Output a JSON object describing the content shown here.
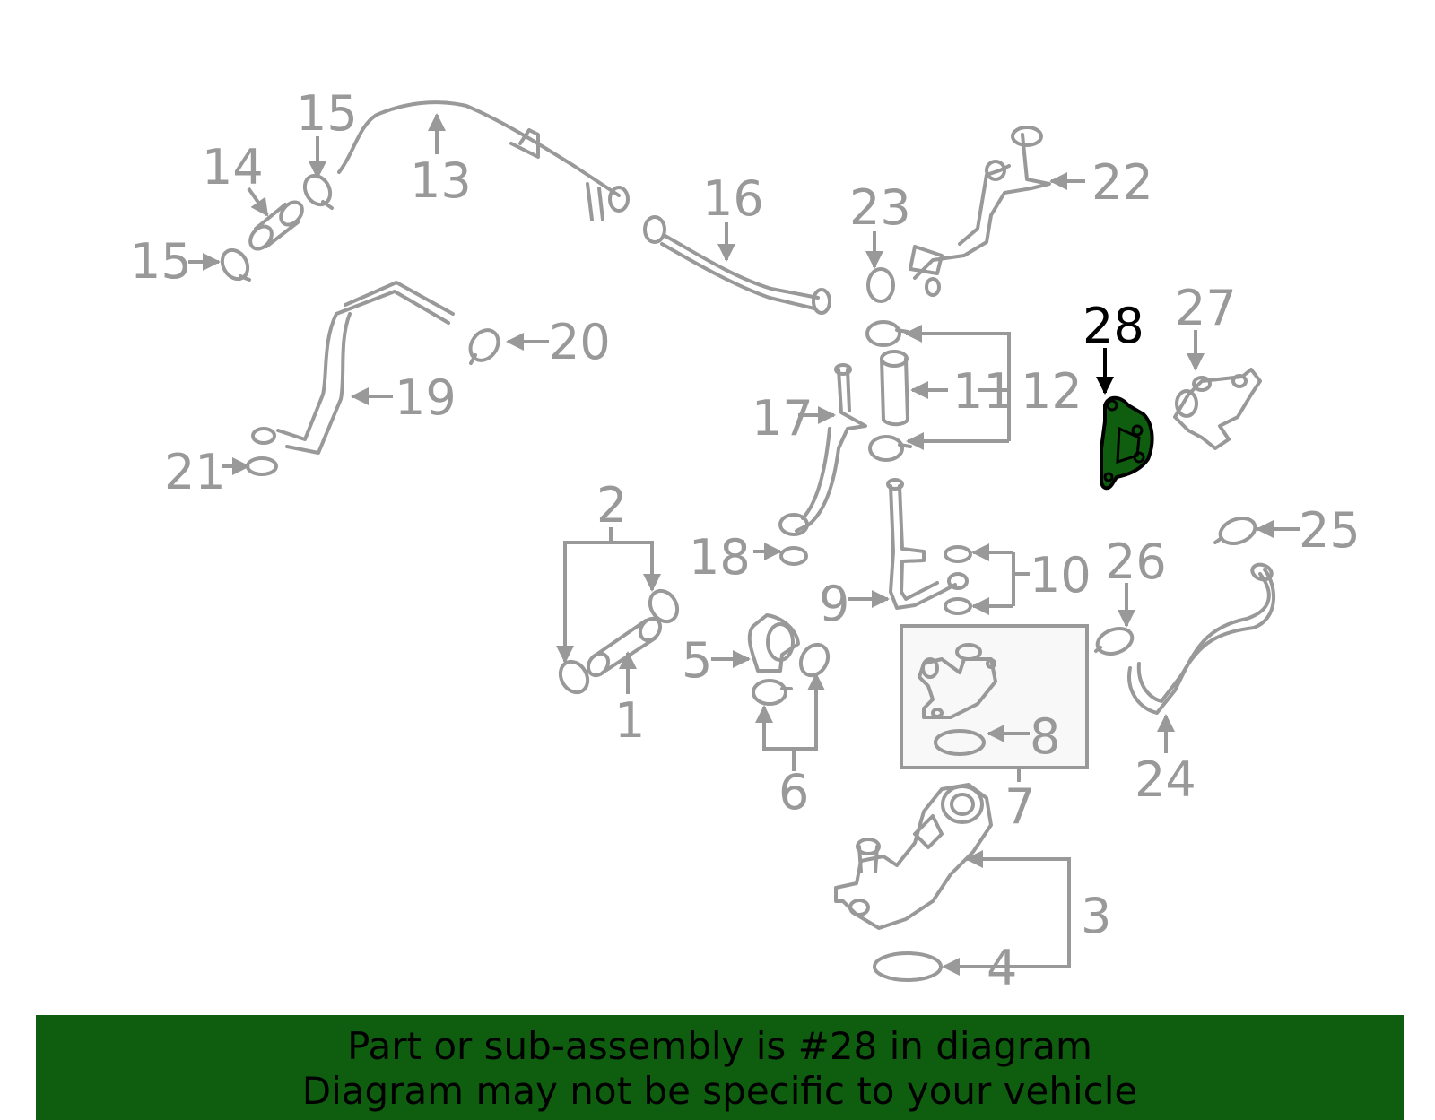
{
  "highlight": {
    "part_number": "28",
    "color": "#0f5e0f"
  },
  "labels": {
    "l1": "1",
    "l2": "2",
    "l3": "3",
    "l4": "4",
    "l5": "5",
    "l6": "6",
    "l7": "7",
    "l8": "8",
    "l9": "9",
    "l10": "10",
    "l11": "11",
    "l12": "12",
    "l13": "13",
    "l14": "14",
    "l15a": "15",
    "l15b": "15",
    "l16": "16",
    "l17": "17",
    "l18": "18",
    "l19": "19",
    "l20": "20",
    "l21": "21",
    "l22": "22",
    "l23": "23",
    "l24": "24",
    "l25": "25",
    "l26": "26",
    "l27": "27",
    "l28": "28"
  },
  "banner": {
    "line1": "Part or sub-assembly is #28 in diagram",
    "line2": "Diagram may not be specific to your vehicle"
  }
}
